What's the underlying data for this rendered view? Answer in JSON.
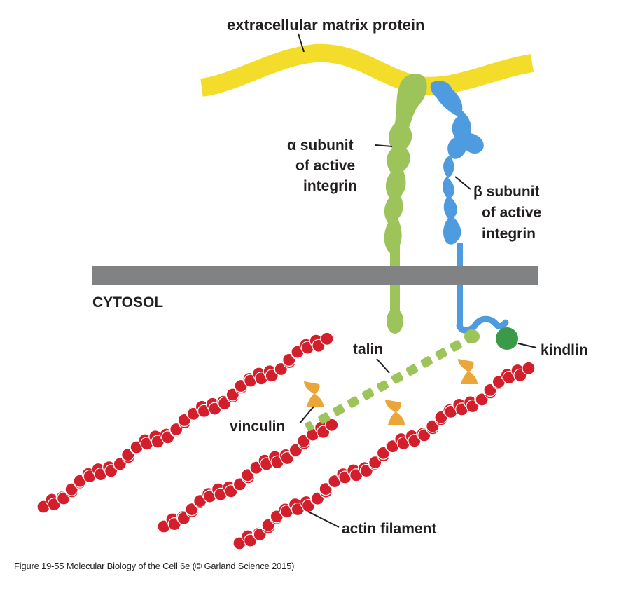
{
  "labels": {
    "ecm": "extracellular matrix protein",
    "alpha_line1": "α subunit",
    "alpha_line2": "of active",
    "alpha_line3": "integrin",
    "beta_line1": "β subunit",
    "beta_line2": "of active",
    "beta_line3": "integrin",
    "cytosol": "CYTOSOL",
    "talin": "talin",
    "kindlin": "kindlin",
    "vinculin": "vinculin",
    "actin": "actin filament"
  },
  "caption": "Figure 19-55  Molecular Biology of the Cell 6e (© Garland Science 2015)",
  "colors": {
    "ecm": "#f4dc2a",
    "alpha": "#9dc45a",
    "beta": "#4f9be0",
    "membrane": "#808284",
    "talin": "#9dc45a",
    "kindlin": "#3a9a47",
    "vinculin": "#eba63a",
    "actin": "#d31f2b"
  }
}
